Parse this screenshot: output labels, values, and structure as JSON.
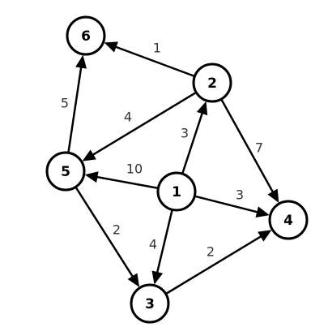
{
  "graph": {
    "nodes": [
      {
        "id": "1",
        "label": "1"
      },
      {
        "id": "2",
        "label": "2"
      },
      {
        "id": "3",
        "label": "3"
      },
      {
        "id": "4",
        "label": "4"
      },
      {
        "id": "5",
        "label": "5"
      },
      {
        "id": "6",
        "label": "6"
      }
    ],
    "edges": [
      {
        "from": "2",
        "to": "6",
        "weight": "1"
      },
      {
        "from": "5",
        "to": "6",
        "weight": "5"
      },
      {
        "from": "2",
        "to": "5",
        "weight": "4"
      },
      {
        "from": "1",
        "to": "2",
        "weight": "3"
      },
      {
        "from": "2",
        "to": "4",
        "weight": "7"
      },
      {
        "from": "1",
        "to": "5",
        "weight": "10"
      },
      {
        "from": "1",
        "to": "4",
        "weight": "3"
      },
      {
        "from": "5",
        "to": "3",
        "weight": "2"
      },
      {
        "from": "1",
        "to": "3",
        "weight": "4"
      },
      {
        "from": "3",
        "to": "4",
        "weight": "2"
      }
    ]
  }
}
